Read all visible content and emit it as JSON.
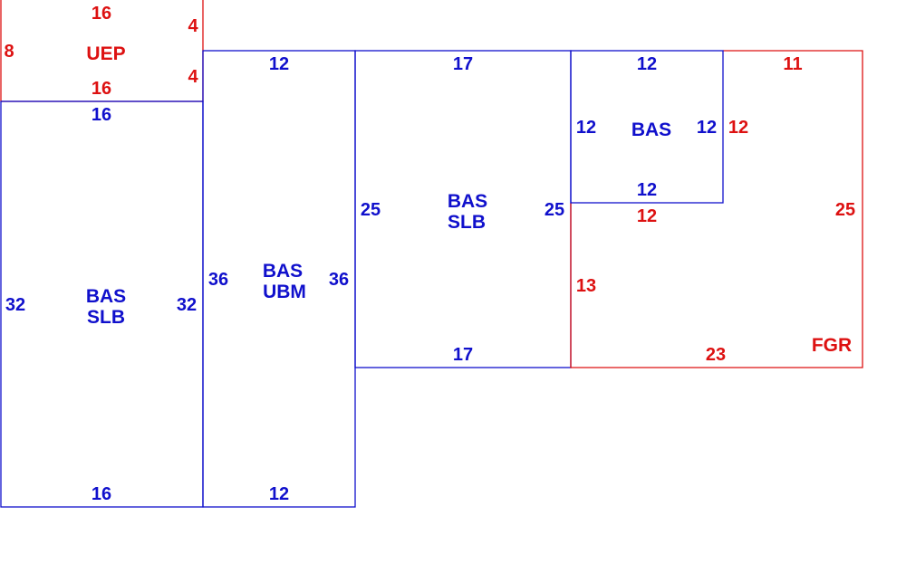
{
  "colors": {
    "blue": "#1010cc",
    "red": "#dd1111"
  },
  "diagram": {
    "rooms": [
      {
        "id": "uep",
        "color": "red",
        "name_lines": [
          "UEP"
        ],
        "dims": {
          "top": "16",
          "bottom": "16",
          "left": "8",
          "right_upper": "4",
          "right_lower": "4"
        }
      },
      {
        "id": "bas-slb-left",
        "color": "blue",
        "name_lines": [
          "BAS",
          "SLB"
        ],
        "dims": {
          "top": "16",
          "bottom": "16",
          "left": "32",
          "right": "32"
        }
      },
      {
        "id": "bas-ubm",
        "color": "blue",
        "name_lines": [
          "BAS",
          "UBM"
        ],
        "dims": {
          "top": "12",
          "bottom": "12",
          "left": "36",
          "right": "36"
        }
      },
      {
        "id": "bas-slb-center",
        "color": "blue",
        "name_lines": [
          "BAS",
          "SLB"
        ],
        "dims": {
          "top": "17",
          "bottom": "17",
          "left": "25",
          "right": "25"
        }
      },
      {
        "id": "bas",
        "color": "blue",
        "name_lines": [
          "BAS"
        ],
        "dims": {
          "top": "12",
          "bottom": "12",
          "left": "12",
          "right": "12"
        }
      },
      {
        "id": "fgr",
        "color": "red",
        "name_lines": [
          "FGR"
        ],
        "dims": {
          "top": "11",
          "right": "25",
          "bottom": "23",
          "left": "13",
          "inner_top": "12",
          "inner_left": "12"
        }
      }
    ]
  }
}
